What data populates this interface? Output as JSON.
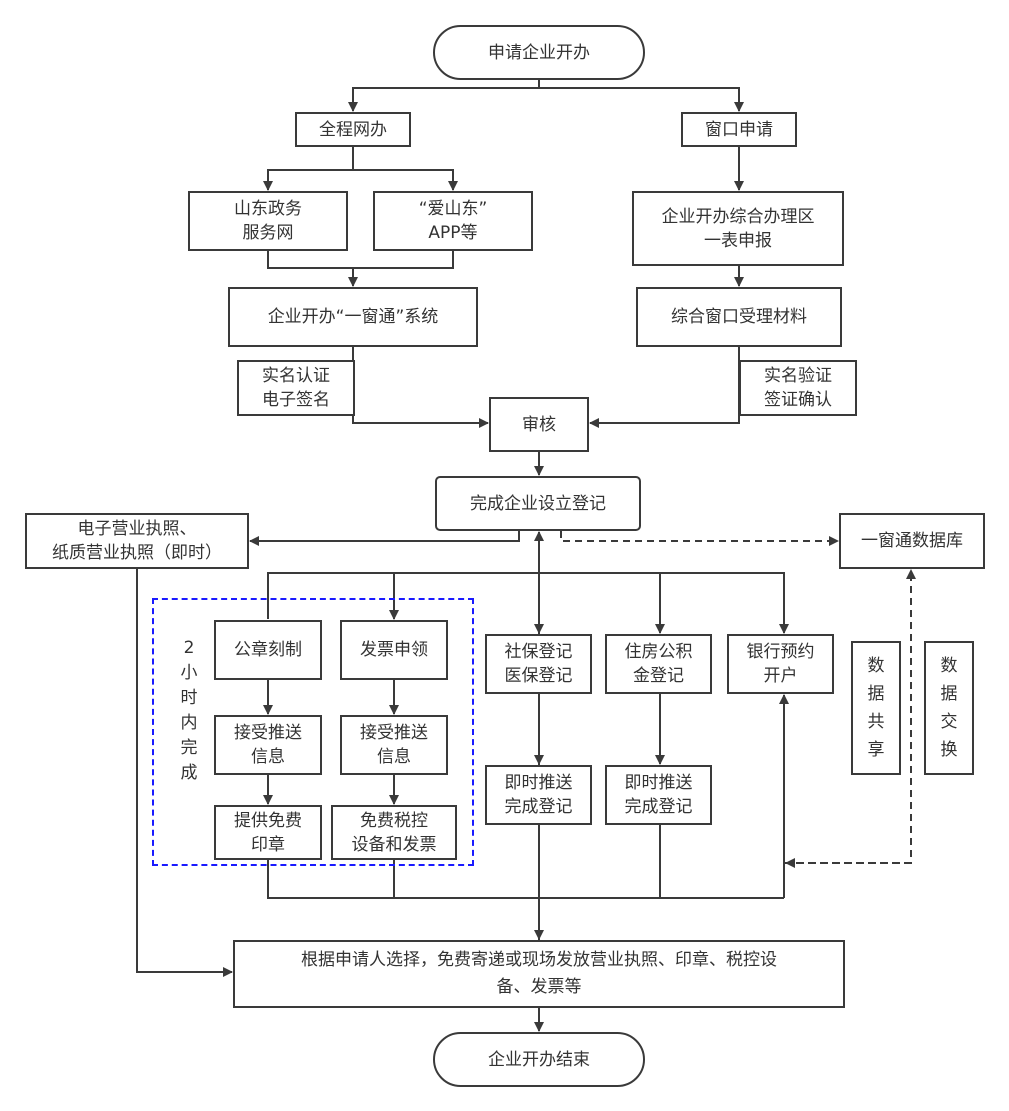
{
  "start": [
    "申请企业开办"
  ],
  "online": [
    "全程网办"
  ],
  "window": [
    "窗口申请"
  ],
  "sd_gov": [
    "山东政务",
    "服务网"
  ],
  "ai_sd": [
    "“爱山东”",
    "APP等"
  ],
  "zone": [
    "企业开办综合办理区",
    "一表申报"
  ],
  "yct_system": [
    "企业开办“一窗通”系统"
  ],
  "accept": [
    "综合窗口受理材料"
  ],
  "realname_sign": [
    "实名认证",
    "电子签名"
  ],
  "realname_verify": [
    "实名验证",
    "签证确认"
  ],
  "review": [
    "审核"
  ],
  "register": [
    "完成企业设立登记"
  ],
  "license": [
    "电子营业执照、",
    "纸质营业执照（即时）"
  ],
  "database": [
    "一窗通数据库"
  ],
  "two_hours": [
    "2",
    "小",
    "时",
    "内",
    "完",
    "成"
  ],
  "seal": [
    "公章刻制"
  ],
  "invoice": [
    "发票申领"
  ],
  "seal_push": [
    "接受推送",
    "信息"
  ],
  "invoice_push": [
    "接受推送",
    "信息"
  ],
  "seal_free": [
    "提供免费",
    "印章"
  ],
  "invoice_free": [
    "免费税控",
    "设备和发票"
  ],
  "social": [
    "社保登记",
    "医保登记"
  ],
  "housing": [
    "住房公积",
    "金登记"
  ],
  "bank": [
    "银行预约",
    "开户"
  ],
  "social_push": [
    "即时推送",
    "完成登记"
  ],
  "housing_push": [
    "即时推送",
    "完成登记"
  ],
  "share": [
    "数",
    "据",
    "共",
    "享"
  ],
  "exchange": [
    "数",
    "据",
    "交",
    "换"
  ],
  "delivery": [
    "根据申请人选择，免费寄递或现场发放营业执照、印章、税控设",
    "备、发票等"
  ],
  "end": [
    "企业开办结束"
  ],
  "colors": {
    "line": "#3a3a3a",
    "group_border": "#1a1aff"
  }
}
